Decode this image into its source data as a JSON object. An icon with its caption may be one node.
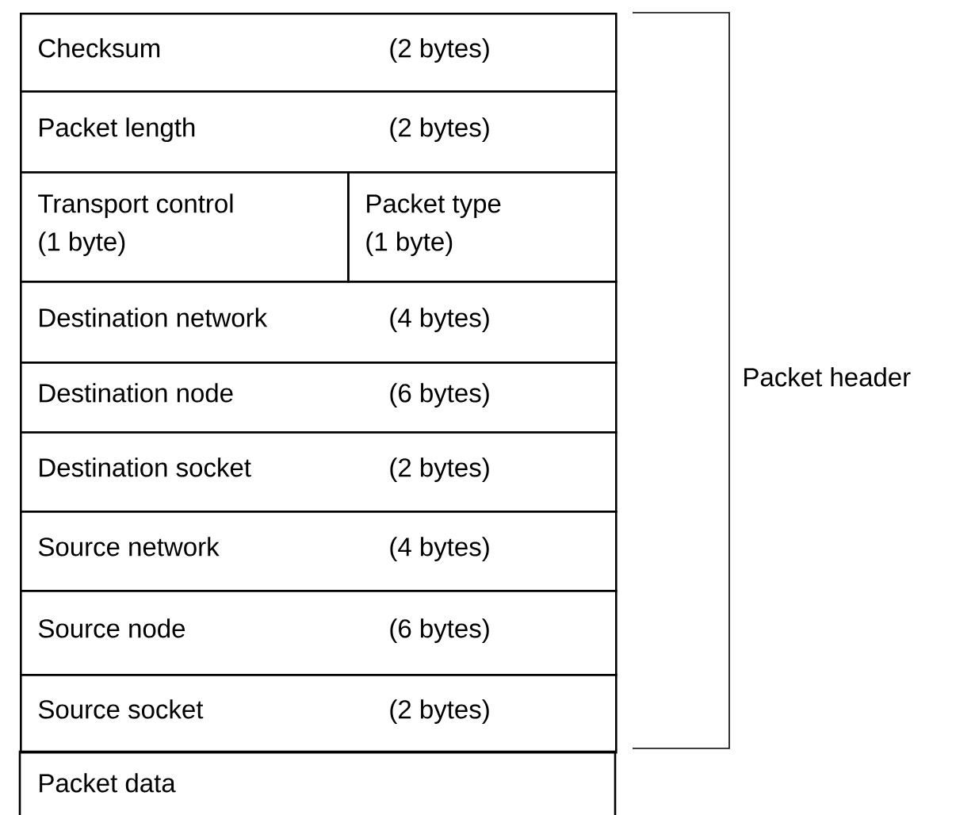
{
  "diagram": {
    "nodes": [
      {
        "text": [
          "Checksum",
          "(2 bytes)"
        ]
      },
      {
        "text": [
          "Packet length",
          "(2 bytes)"
        ]
      },
      {
        "text": [
          "Transport control",
          "(1 byte)"
        ]
      },
      {
        "text": [
          "Packet type",
          "(1 byte)"
        ]
      },
      {
        "text": [
          "Destination network",
          "(4 bytes)"
        ]
      },
      {
        "text": [
          "Destination node",
          "(6 bytes)"
        ]
      },
      {
        "text": [
          "Destination socket",
          "(2 bytes)"
        ]
      },
      {
        "text": [
          "Source network",
          "(4 bytes)"
        ]
      },
      {
        "text": [
          "Source node",
          "(6 bytes)"
        ]
      },
      {
        "text": [
          "Source socket",
          "(2 bytes)"
        ]
      },
      {
        "text": [
          "Packet data"
        ]
      }
    ],
    "labels": [
      "Packet header"
    ]
  }
}
